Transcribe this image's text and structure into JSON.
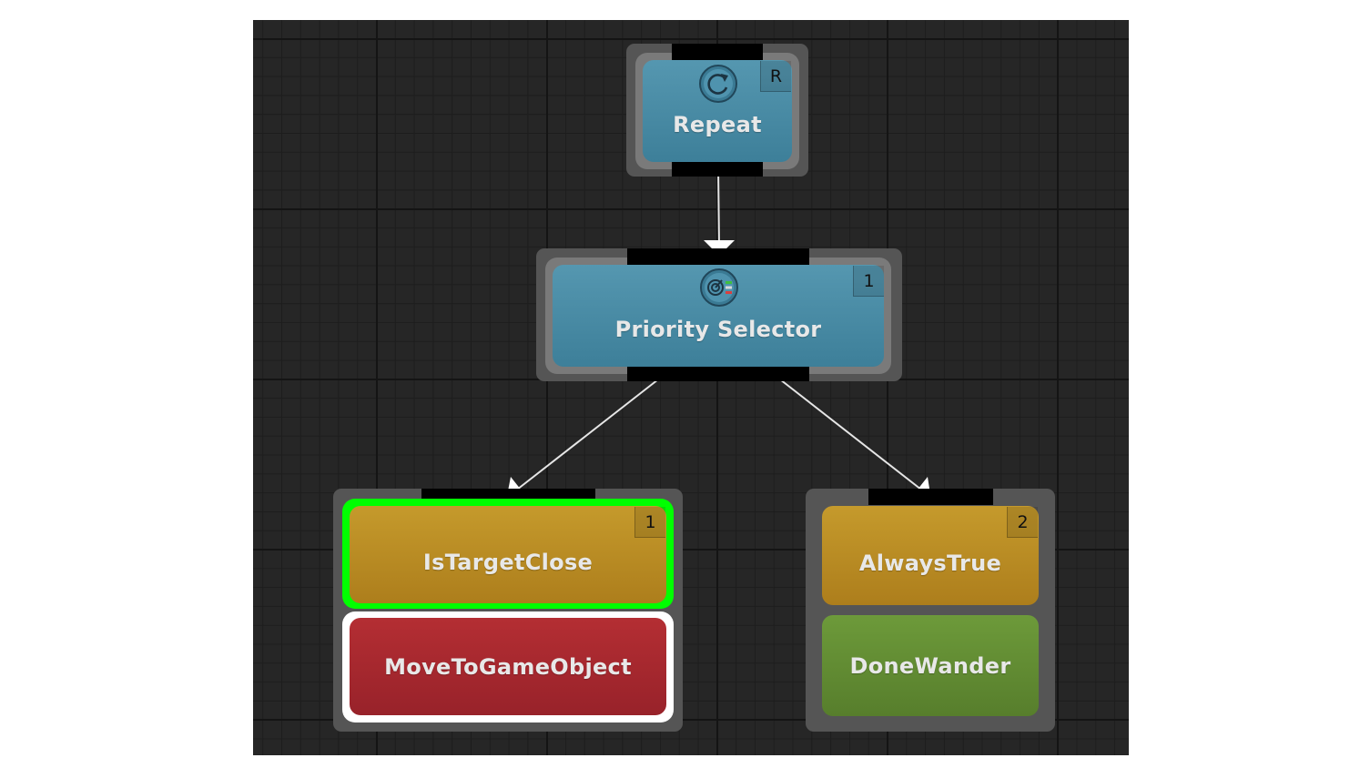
{
  "nodes": {
    "repeat": {
      "label": "Repeat",
      "badge": "R",
      "icon": "repeat-icon"
    },
    "priority_selector": {
      "label": "Priority Selector",
      "badge": "1",
      "icon": "priority-selector-icon"
    },
    "is_target_close": {
      "label": "IsTargetClose",
      "badge": "1"
    },
    "move_to_game_object": {
      "label": "MoveToGameObject"
    },
    "always_true": {
      "label": "AlwaysTrue",
      "badge": "2"
    },
    "done_wander": {
      "label": "DoneWander"
    }
  },
  "colors": {
    "composite": "#4a8ca6",
    "condition": "#b98b25",
    "action_failed": "#a8282e",
    "action": "#628d33",
    "success_outline": "#00ff00",
    "running_outline": "#ffffff",
    "canvas": "#262626"
  }
}
